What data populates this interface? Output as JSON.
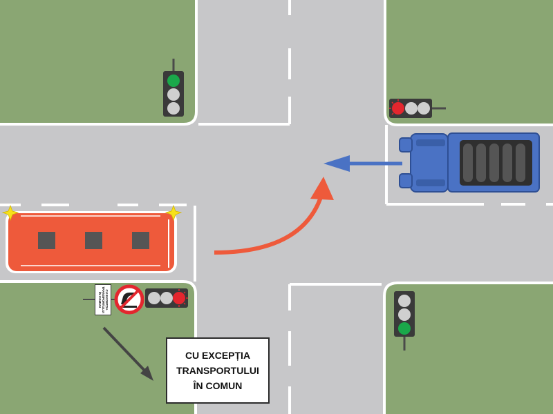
{
  "colors": {
    "grass": "#8aa673",
    "road": "#c7c7c9",
    "marking": "#ffffff",
    "bus": "#ee5a3b",
    "truck": "#4a72c4",
    "bus_path_arrow": "#ee5a3b",
    "truck_path_arrow": "#4a72c4",
    "light_red": "#e3262e",
    "light_green": "#1aa84a",
    "light_off": "#cfcfcf",
    "light_housing": "#3a3a3a"
  },
  "scene": {
    "vehicles": [
      {
        "name": "bus",
        "color": "#ee5a3b",
        "hazard_lights_on": true,
        "movement": "turn-left"
      },
      {
        "name": "truck",
        "color": "#4a72c4",
        "movement": "straight"
      }
    ],
    "traffic_lights": [
      {
        "location": "top-left",
        "active": "green"
      },
      {
        "location": "top-right",
        "active": "red"
      },
      {
        "location": "bottom-left",
        "active": "red"
      },
      {
        "location": "bottom-right",
        "active": "green"
      }
    ],
    "signs": [
      {
        "type": "no-entry-except-public-transport",
        "icon": "bus-prohibition-icon"
      }
    ]
  },
  "supplementary_sign": {
    "lines": [
      "CU EXCEPȚIA",
      "TRANSPORTULUI",
      "ÎN COMUN"
    ]
  }
}
